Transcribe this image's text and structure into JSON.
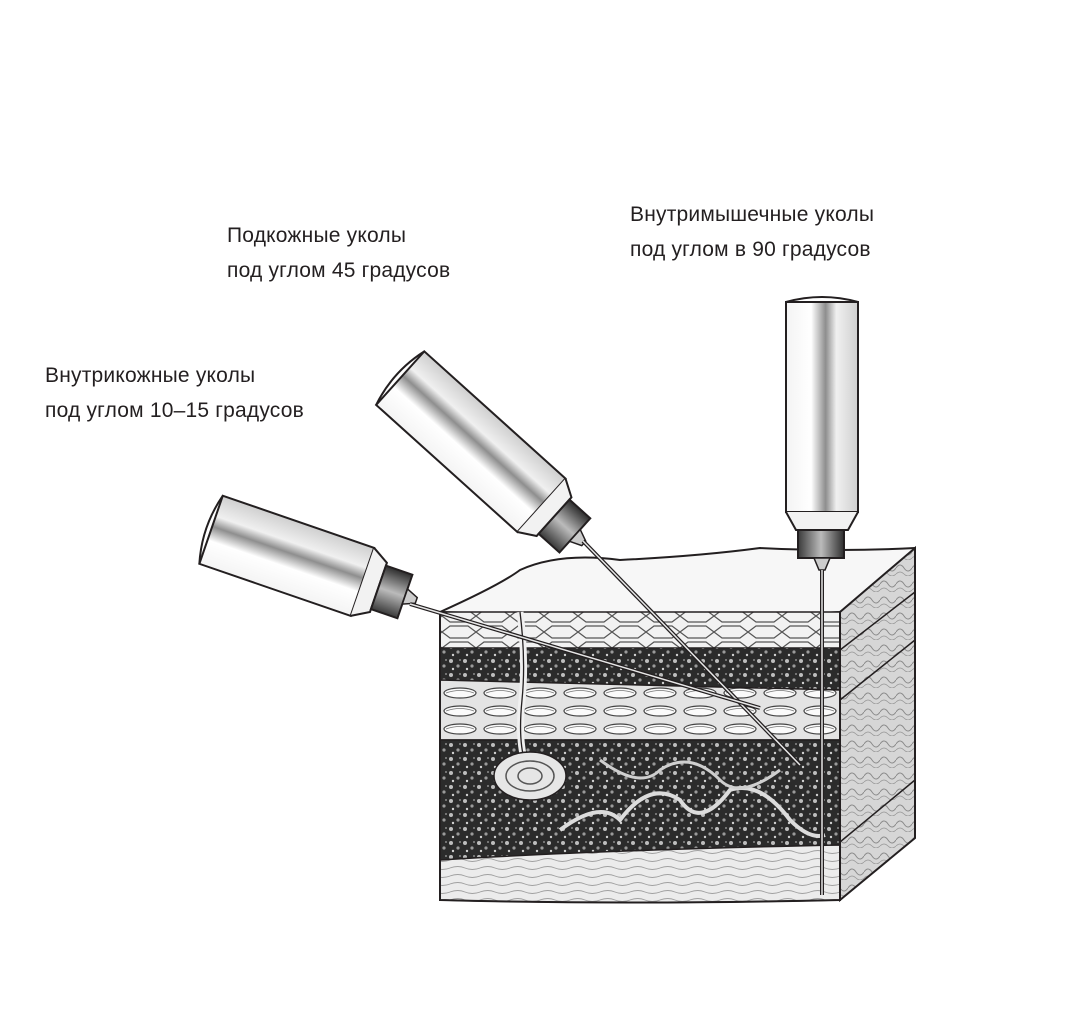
{
  "labels": {
    "intramuscular": {
      "line1": "Внутримышечные уколы",
      "line2": "под углом в 90 градусов"
    },
    "subcutaneous": {
      "line1": "Подкожные  уколы",
      "line2": "под углом 45 градусов"
    },
    "intradermal": {
      "line1": "Внутрикожные уколы",
      "line2": "под углом 10–15 градусов"
    }
  },
  "colors": {
    "ink": "#231f20",
    "dark_layer": "#2b2b2b",
    "light_layer": "#e8e8e8",
    "syringe_shade": "#9a9a9a"
  }
}
